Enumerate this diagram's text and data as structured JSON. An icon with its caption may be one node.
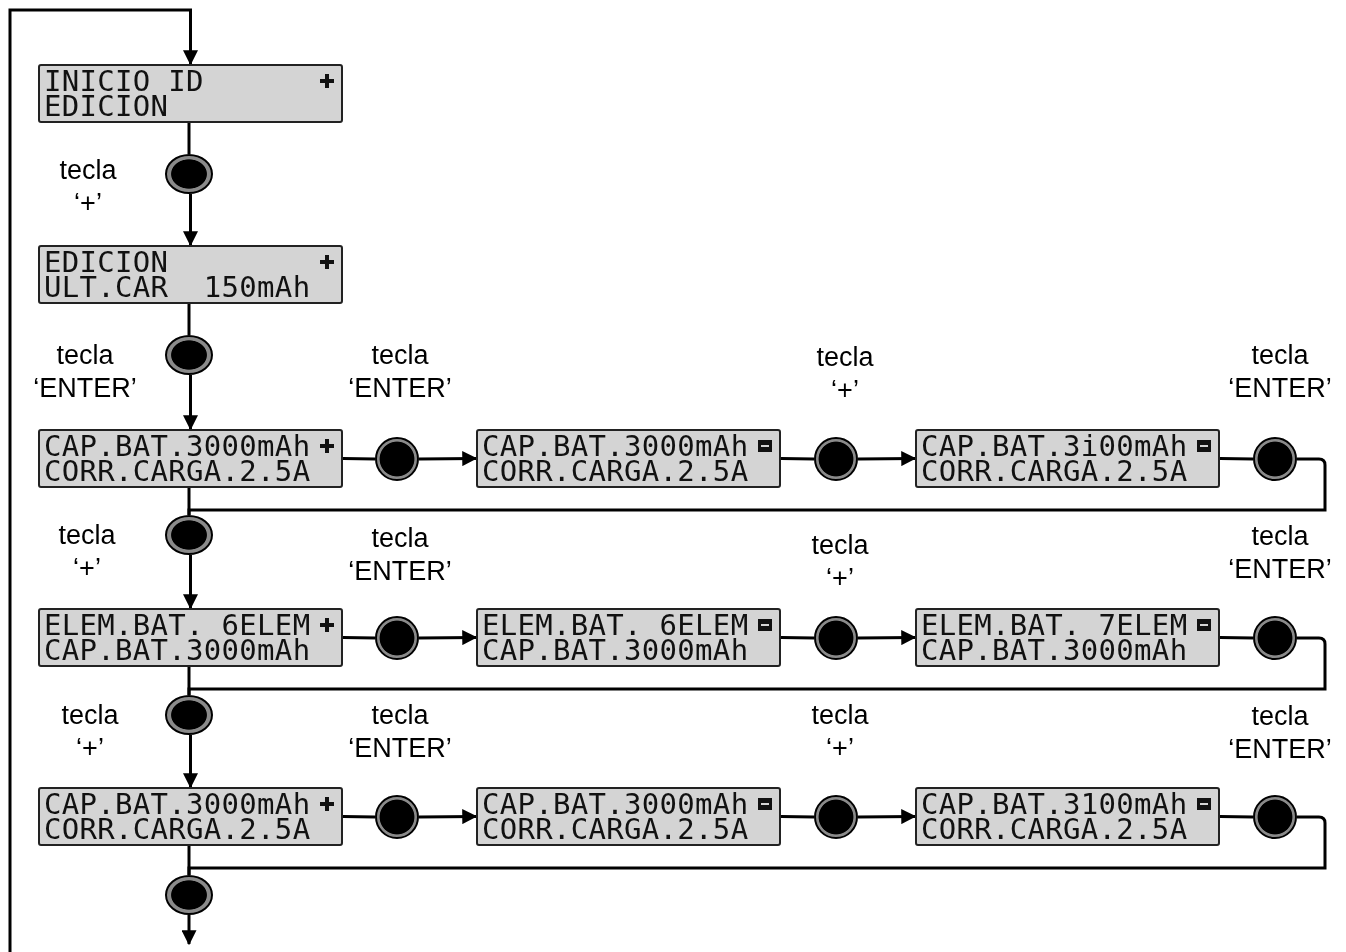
{
  "diagram": {
    "nodes": [
      {
        "text": [
          "INICIO ID",
          "EDICION"
        ]
      },
      {
        "text": [],
        "shape": "circle",
        "beside": [
          "tecla ‘+’"
        ]
      },
      {
        "text": [
          "EDICION",
          "ULT.CAR  150mAh"
        ]
      },
      {
        "text": [],
        "shape": "circle",
        "beside": [
          "tecla ‘ENTER’"
        ]
      },
      {
        "text": [
          "CAP.BAT.3000mAh",
          "CORR.CARGA.2.5A"
        ]
      },
      {
        "text": [],
        "shape": "circle",
        "beside": [
          "tecla ‘ENTER’"
        ]
      },
      {
        "text": [
          "CAP.BAT.3000mAh",
          "CORR.CARGA.2.5A"
        ]
      },
      {
        "text": [],
        "shape": "circle",
        "beside": [
          "tecla ‘+’"
        ]
      },
      {
        "text": [
          "CAP.BAT.3i00mAh",
          "CORR.CARGA.2.5A"
        ]
      },
      {
        "text": [],
        "shape": "circle",
        "beside": [
          "tecla ‘ENTER’"
        ]
      },
      {
        "text": [],
        "shape": "circle",
        "beside": [
          "tecla ‘+’"
        ]
      },
      {
        "text": [
          "ELEM.BAT. 6ELEM",
          "CAP.BAT.3000mAh"
        ]
      },
      {
        "text": [],
        "shape": "circle",
        "beside": [
          "tecla ‘ENTER’"
        ]
      },
      {
        "text": [
          "ELEM.BAT. 6ELEM",
          "CAP.BAT.3000mAh"
        ]
      },
      {
        "text": [],
        "shape": "circle",
        "beside": [
          "tecla ‘+’"
        ]
      },
      {
        "text": [
          "ELEM.BAT. 7ELEM",
          "CAP.BAT.3000mAh"
        ]
      },
      {
        "text": [],
        "shape": "circle",
        "beside": [
          "tecla ‘ENTER’"
        ]
      },
      {
        "text": [],
        "shape": "circle",
        "beside": [
          "tecla ‘+’"
        ]
      },
      {
        "text": [
          "CAP.BAT.3000mAh",
          "CORR.CARGA.2.5A"
        ]
      },
      {
        "text": [],
        "shape": "circle",
        "beside": [
          "tecla ‘ENTER’"
        ]
      },
      {
        "text": [
          "CAP.BAT.3000mAh",
          "CORR.CARGA.2.5A"
        ]
      },
      {
        "text": [],
        "shape": "circle",
        "beside": [
          "tecla ‘+’"
        ]
      },
      {
        "text": [
          "CAP.BAT.3100mAh",
          "CORR.CARGA.2.5A"
        ]
      },
      {
        "text": [],
        "shape": "circle",
        "beside": [
          "tecla ‘ENTER’"
        ]
      },
      {
        "text": [],
        "shape": "circle"
      }
    ],
    "edges": [
      {
        "from": null,
        "to": 0,
        "arrow": "to"
      },
      {
        "from": 0,
        "to": 1,
        "arrow": "none"
      },
      {
        "from": 1,
        "to": 2,
        "arrow": "to"
      },
      {
        "from": 2,
        "to": 3,
        "arrow": "none"
      },
      {
        "from": 3,
        "to": 4,
        "arrow": "to"
      },
      {
        "from": 4,
        "to": 5,
        "arrow": "none"
      },
      {
        "from": 5,
        "to": 6,
        "arrow": "to"
      },
      {
        "from": 6,
        "to": 7,
        "arrow": "none"
      },
      {
        "from": 7,
        "to": 8,
        "arrow": "to"
      },
      {
        "from": 8,
        "to": 9,
        "arrow": "none"
      },
      {
        "from": 9,
        "to": 10,
        "arrow": "none"
      },
      {
        "from": 4,
        "to": 10,
        "arrow": "none"
      },
      {
        "from": 10,
        "to": 11,
        "arrow": "to"
      },
      {
        "from": 11,
        "to": 12,
        "arrow": "none"
      },
      {
        "from": 12,
        "to": 13,
        "arrow": "to"
      },
      {
        "from": 13,
        "to": 14,
        "arrow": "none"
      },
      {
        "from": 14,
        "to": 15,
        "arrow": "to"
      },
      {
        "from": 15,
        "to": 16,
        "arrow": "none"
      },
      {
        "from": 16,
        "to": 17,
        "arrow": "none"
      },
      {
        "from": 11,
        "to": 17,
        "arrow": "none"
      },
      {
        "from": 17,
        "to": 18,
        "arrow": "to"
      },
      {
        "from": 18,
        "to": 19,
        "arrow": "none"
      },
      {
        "from": 19,
        "to": 20,
        "arrow": "to"
      },
      {
        "from": 20,
        "to": 21,
        "arrow": "none"
      },
      {
        "from": 21,
        "to": 22,
        "arrow": "to"
      },
      {
        "from": 22,
        "to": 23,
        "arrow": "none"
      },
      {
        "from": 23,
        "to": 24,
        "arrow": "none"
      },
      {
        "from": 18,
        "to": 24,
        "arrow": "none"
      },
      {
        "from": 24,
        "to": null,
        "arrow": "to"
      }
    ]
  }
}
